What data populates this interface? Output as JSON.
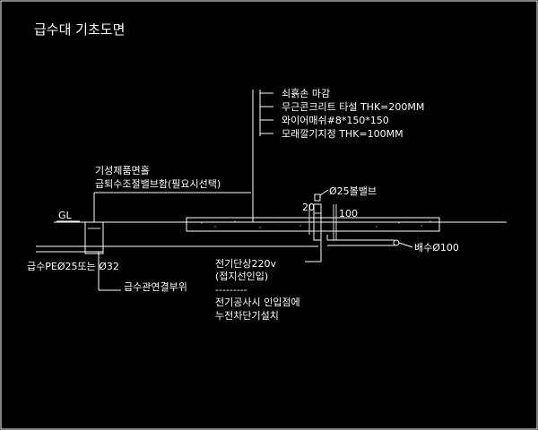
{
  "title": "급수대 기초도면",
  "labels": {
    "gl": "GL",
    "finish": "쇠흙손 마감",
    "concrete": "무근콘크리트 타설  THK=200MM",
    "wiremesh": "와이어매쉬#8*150*150",
    "gravel": "모래깔기지정 THK=100MM",
    "fixture_line1": "기성제품면홀",
    "fixture_line2": "급퇴수조절밸브함(필요시선택)",
    "ball_valve": "Ø25볼밸브",
    "dim_20": "20",
    "dim_100": "100",
    "drain": "배수Ø100",
    "supply_pipe": "급수PEØ25또는 Ø32",
    "supply_connection": "급수관연결부위",
    "power_line1": "전기단상220v",
    "power_line2": "(접지선인입)",
    "power_dashes": "---------",
    "note_line1": "전기공사시 인입점에",
    "note_line2": "누전차단기설치"
  }
}
